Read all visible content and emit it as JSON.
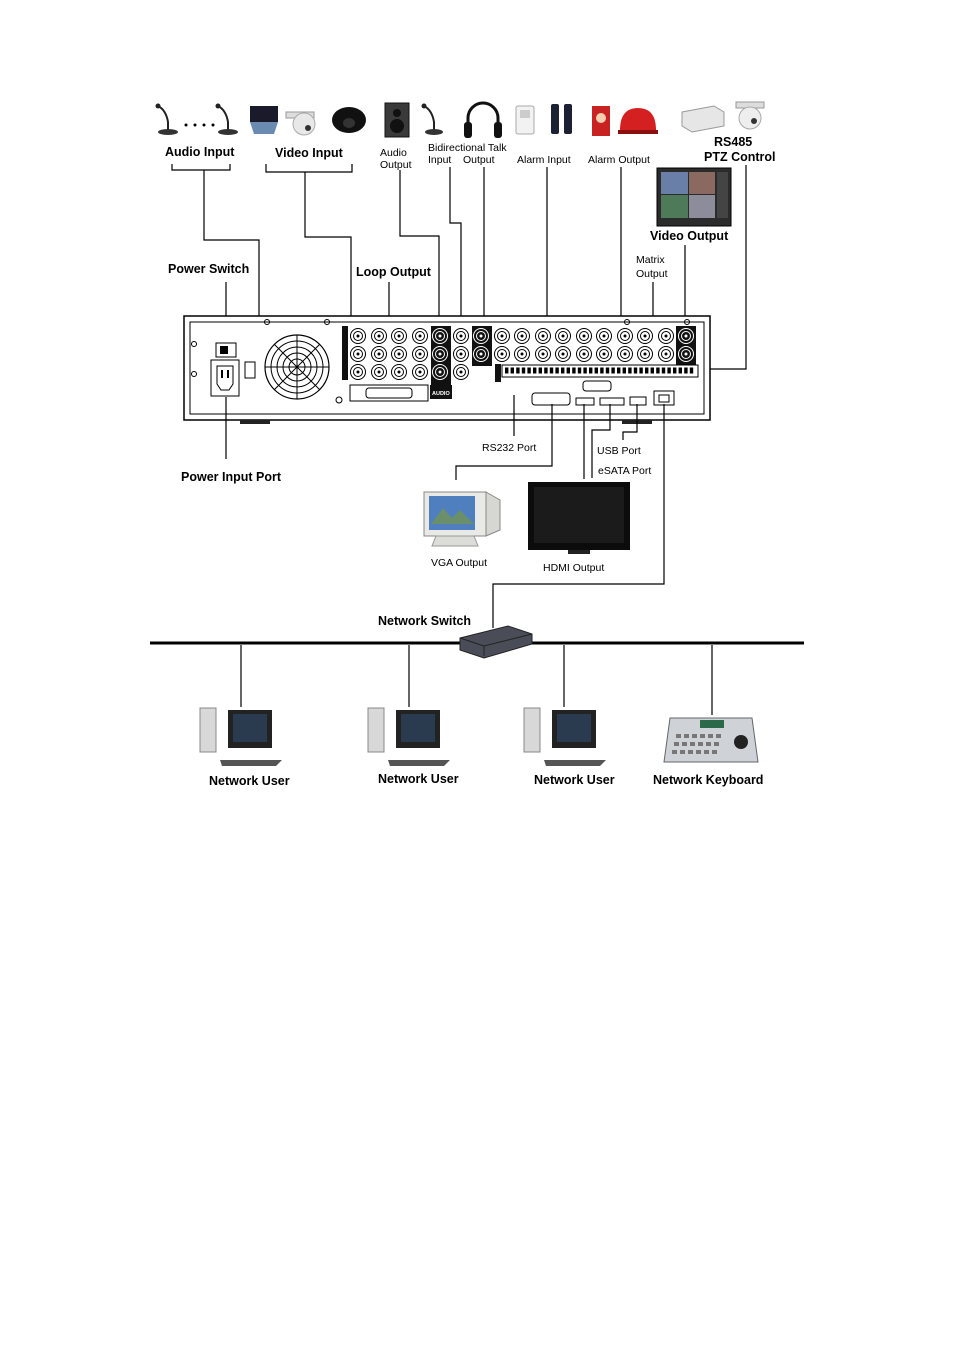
{
  "devices": {
    "audio_input": "Audio Input",
    "video_input": "Video Input",
    "audio_output_1": "Audio",
    "audio_output_2": "Output",
    "bidirectional_talk": "Bidirectional Talk",
    "talk_input": "Input",
    "talk_output": "Output",
    "alarm_input": "Alarm Input",
    "alarm_output": "Alarm Output",
    "rs485_1": "RS485",
    "rs485_2": "PTZ Control",
    "video_output": "Video Output",
    "matrix_output_1": "Matrix",
    "matrix_output_2": "Output",
    "power_switch": "Power Switch",
    "loop_output": "Loop Output",
    "power_input_port": "Power Input Port",
    "rs232_port": "RS232 Port",
    "usb_port": "USB Port",
    "esata_port": "eSATA Port",
    "vga_output": "VGA Output",
    "hdmi_output": "HDMI Output",
    "network_switch": "Network Switch",
    "network_user": "Network User",
    "network_keyboard": "Network Keyboard"
  },
  "panel": {
    "audio_tag": "AUDIO"
  },
  "colors": {
    "line": "#000000",
    "panel": "#ffffff",
    "alarm_red": "#d42020",
    "screen_blue": "#2a4f8f"
  }
}
